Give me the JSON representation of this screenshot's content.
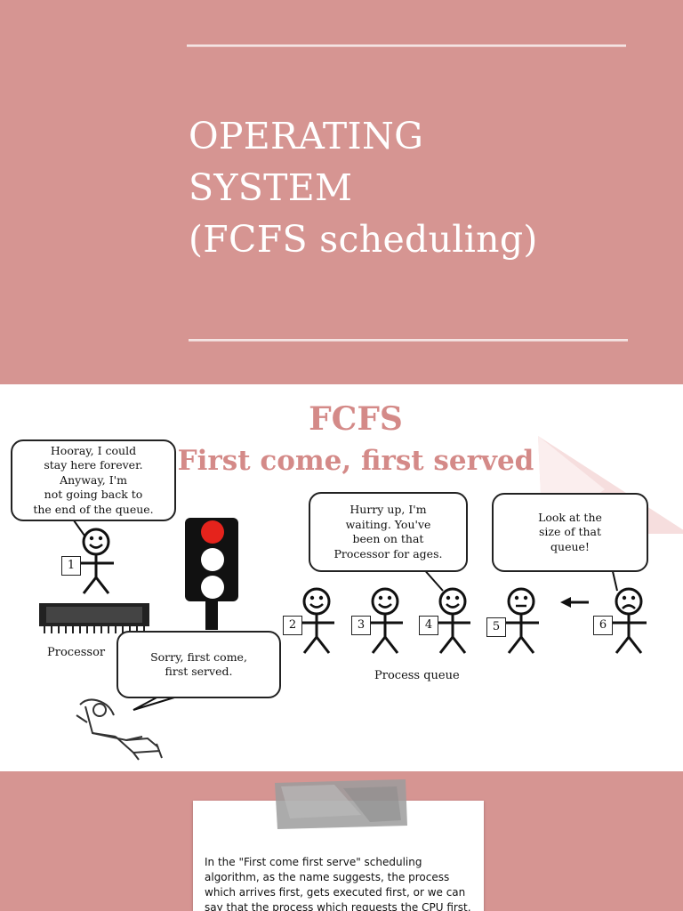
{
  "slide1": {
    "title_lines": [
      "OPERATING",
      "SYSTEM",
      "(FCFS scheduling)"
    ]
  },
  "slide2": {
    "title": "FCFS",
    "subtitle": "First come, first served",
    "bubbles": {
      "processor": "Hooray, I could\nstay here forever.\nAnyway, I'm\nnot going back to\nthe end of the queue.",
      "hurry": "Hurry up, I'm\nwaiting. You've\nbeen on that\nProcessor for ages.",
      "look": "Look at the\nsize of that\nqueue!",
      "sorry": "Sorry, first come,\nfirst served."
    },
    "labels": {
      "processor": "Processor",
      "process_queue": "Process queue"
    },
    "process_numbers": [
      "1",
      "2",
      "3",
      "4",
      "5",
      "6"
    ],
    "traffic_light_colors": {
      "red": "#e5231c",
      "off": "#ffffff",
      "body": "#111111"
    }
  },
  "slide3": {
    "note_text": "In the \"First come first serve\" scheduling algorithm, as the name suggests, the process which arrives first, gets executed first, or we can say that the process which requests the CPU first,"
  },
  "colors": {
    "slide_bg": "#d69592",
    "accent_text": "#d48a88"
  }
}
